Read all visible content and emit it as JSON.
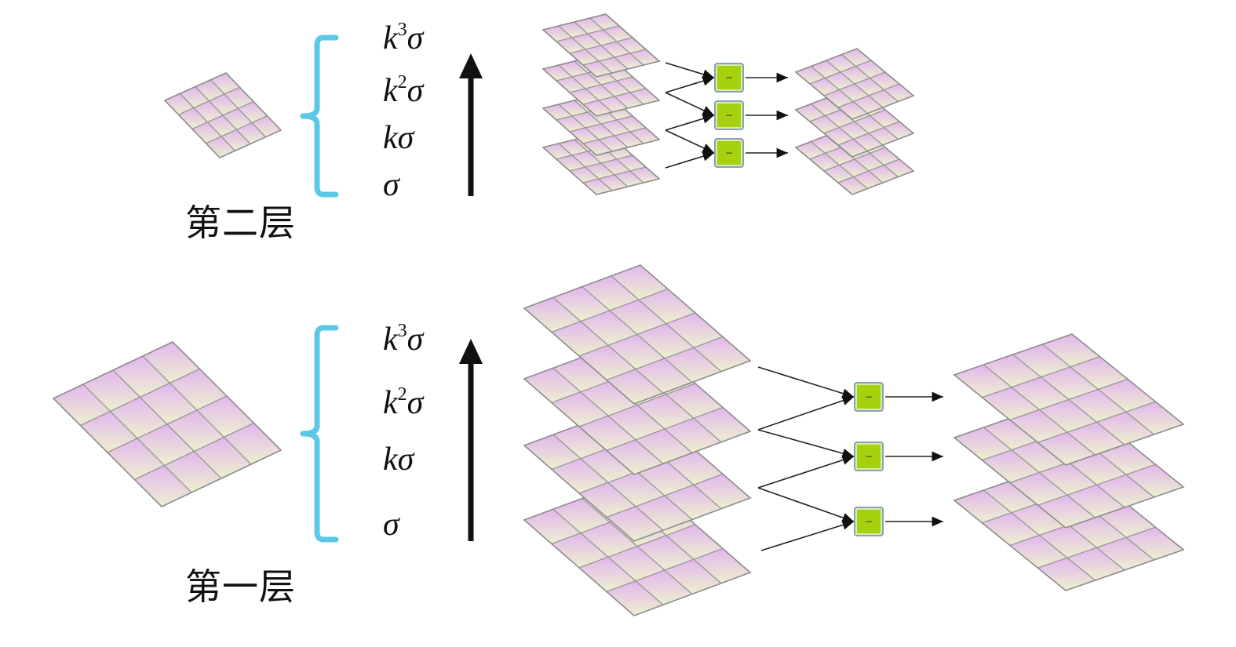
{
  "layers": [
    {
      "id": "second",
      "label": "第二层",
      "scales": [
        {
          "base": "k",
          "exp": "3",
          "sym": "σ"
        },
        {
          "base": "k",
          "exp": "2",
          "sym": "σ"
        },
        {
          "base": "k",
          "exp": "",
          "sym": "σ"
        },
        {
          "base": "",
          "exp": "",
          "sym": "σ"
        }
      ],
      "operator": "−"
    },
    {
      "id": "first",
      "label": "第一层",
      "scales": [
        {
          "base": "k",
          "exp": "3",
          "sym": "σ"
        },
        {
          "base": "k",
          "exp": "2",
          "sym": "σ"
        },
        {
          "base": "k",
          "exp": "",
          "sym": "σ"
        },
        {
          "base": "",
          "exp": "",
          "sym": "σ"
        }
      ],
      "operator": "−"
    }
  ],
  "colors": {
    "brace": "#5bc8e6",
    "tile_top": "#e2b6ee",
    "tile_bottom": "#eef0cf",
    "tile_line": "#9a9a9a",
    "op_box": "#a5d10e",
    "arrow": "#111111"
  }
}
